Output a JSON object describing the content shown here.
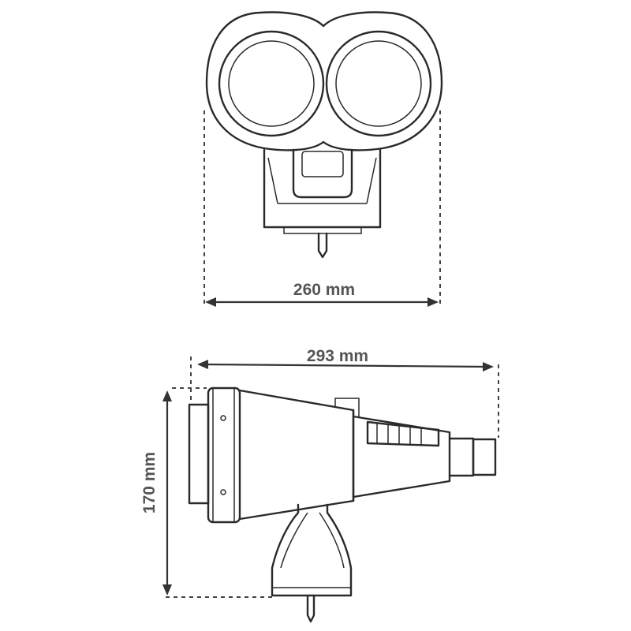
{
  "dimensions": {
    "front_width": "260 mm",
    "side_length": "293 mm",
    "side_height": "170 mm"
  },
  "colors": {
    "stroke": "#2a2a2a",
    "text": "#555555"
  }
}
